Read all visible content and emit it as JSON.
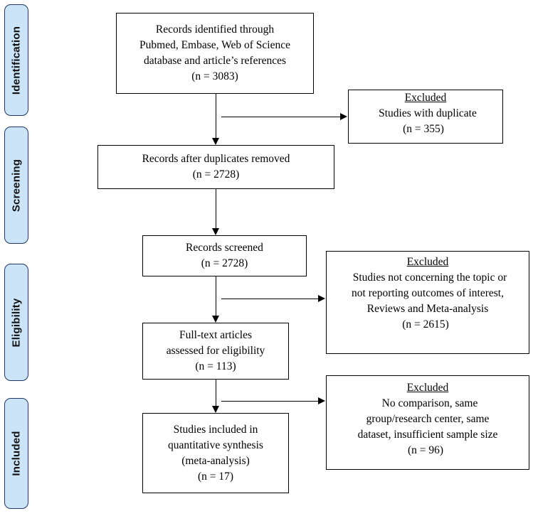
{
  "diagram": {
    "title": "PRISMA study selection flow diagram",
    "accent_color": "#cbe4f7",
    "accent_border_color": "#1f3864",
    "line_color": "#000000",
    "box_background": "#ffffff"
  },
  "stages": [
    {
      "id": "identification",
      "label": "Identification"
    },
    {
      "id": "screening",
      "label": "Screening"
    },
    {
      "id": "eligibility",
      "label": "Eligibility"
    },
    {
      "id": "included",
      "label": "Included"
    }
  ],
  "boxes": {
    "records_identified": {
      "text": "Records identified  through\nPubmed, Embase,  Web of Science\ndatabase and article’s  references\n(n = 3083)"
    },
    "excluded_duplicates": {
      "heading": "Excluded",
      "text": "Studies with  duplicate\n(n = 355)"
    },
    "records_after_duplicates": {
      "text": "Records after  duplicates  removed\n(n = 2728)"
    },
    "records_screened": {
      "text": "Records screened\n(n = 2728)"
    },
    "excluded_screening": {
      "heading": "Excluded",
      "text": "Studies not concerning  the topic or\nnot reporting  outcomes  of interest,\nReviews  and Meta-analysis\n(n = 2615)"
    },
    "fulltext_assessed": {
      "text": "Full-text  articles\nassessed for  eligibility\n(n = 113)"
    },
    "excluded_eligibility": {
      "heading": "Excluded",
      "text": "No comparison,  same\ngroup/research  center, same\ndataset, insufficient  sample size\n(n = 96)"
    },
    "studies_included": {
      "text": "Studies included  in\nquantitative  synthesis\n(meta-analysis)\n(n = 17)"
    }
  },
  "counts": {
    "identified": 3083,
    "duplicates_excluded": 355,
    "after_duplicates": 2728,
    "screened": 2728,
    "screening_excluded": 2615,
    "fulltext_assessed": 113,
    "eligibility_excluded": 96,
    "included": 17
  }
}
